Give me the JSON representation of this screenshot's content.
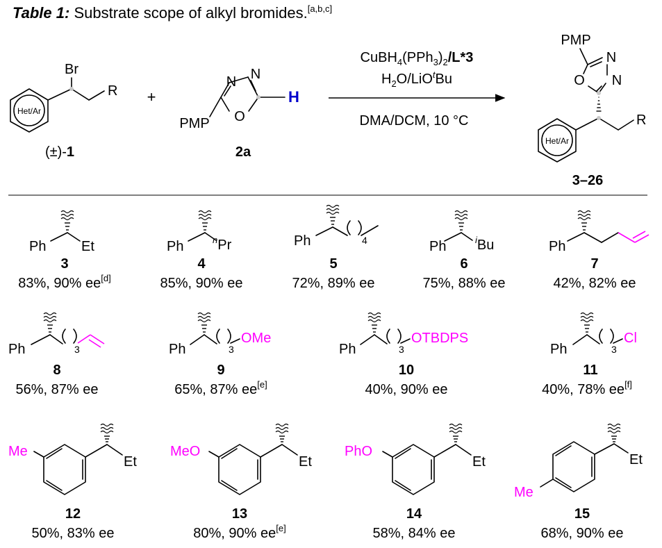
{
  "table": {
    "label": "Table 1:",
    "caption": " Substrate scope of alkyl bromides.",
    "caption_sup": "[a,b,c]"
  },
  "scheme": {
    "reagent1": {
      "atom_br": "Br",
      "atom_r": "R",
      "ring_label": "Het/Ar",
      "id_prefix": "(±)-",
      "id": "1"
    },
    "plus": "+",
    "reagent2": {
      "pmp": "PMP",
      "n1": "N",
      "n2": "N",
      "o": "O",
      "h": "H",
      "id": "2a"
    },
    "conditions": {
      "catalyst": {
        "a": "CuBH",
        "a_sub": "4",
        "b": "(PPh",
        "b_sub": "3",
        "c": ")",
        "c_sub": "2",
        "ligand": "/L*3"
      },
      "additive": {
        "a": "H",
        "a_sub": "2",
        "b": "O/LiO",
        "b_sup": "t",
        "c": "Bu"
      },
      "solvent": "DMA/DCM, 10 °C"
    },
    "product": {
      "pmp": "PMP",
      "n1": "N",
      "n2": "N",
      "o": "O",
      "ring_label": "Het/Ar",
      "atom_r": "R",
      "id": "3–26"
    }
  },
  "entries": [
    {
      "id": "3",
      "yield": "83%, 90% ee",
      "note": "[d]"
    },
    {
      "id": "4",
      "yield": "85%, 90% ee",
      "note": ""
    },
    {
      "id": "5",
      "yield": "72%, 89% ee",
      "note": ""
    },
    {
      "id": "6",
      "yield": "75%, 88% ee",
      "note": ""
    },
    {
      "id": "7",
      "yield": "42%, 82% ee",
      "note": ""
    },
    {
      "id": "8",
      "yield": "56%, 87% ee",
      "note": ""
    },
    {
      "id": "9",
      "yield": "65%, 87% ee",
      "note": "[e]"
    },
    {
      "id": "10",
      "yield": "40%, 90% ee",
      "note": ""
    },
    {
      "id": "11",
      "yield": "40%, 78% ee",
      "note": "[f]"
    },
    {
      "id": "12",
      "yield": "50%, 83% ee",
      "note": ""
    },
    {
      "id": "13",
      "yield": "80%, 90% ee",
      "note": "[e]"
    },
    {
      "id": "14",
      "yield": "58%, 84% ee",
      "note": ""
    },
    {
      "id": "15",
      "yield": "68%, 90% ee",
      "note": ""
    }
  ],
  "labels": {
    "ph": "Ph",
    "et": "Et",
    "pr_prefix": "n",
    "pr": "Pr",
    "bu_prefix": "i",
    "bu": "Bu",
    "sub3": "3",
    "sub4": "4",
    "ome": "OMe",
    "otbdps": "OTBDPS",
    "cl": "Cl",
    "me": "Me",
    "meo": "MeO",
    "pho": "PhO"
  },
  "colors": {
    "text": "#000000",
    "highlight": "#ff00ff",
    "hydrogen": "#0000cc",
    "stereo_dot": "#c8c8c8"
  }
}
